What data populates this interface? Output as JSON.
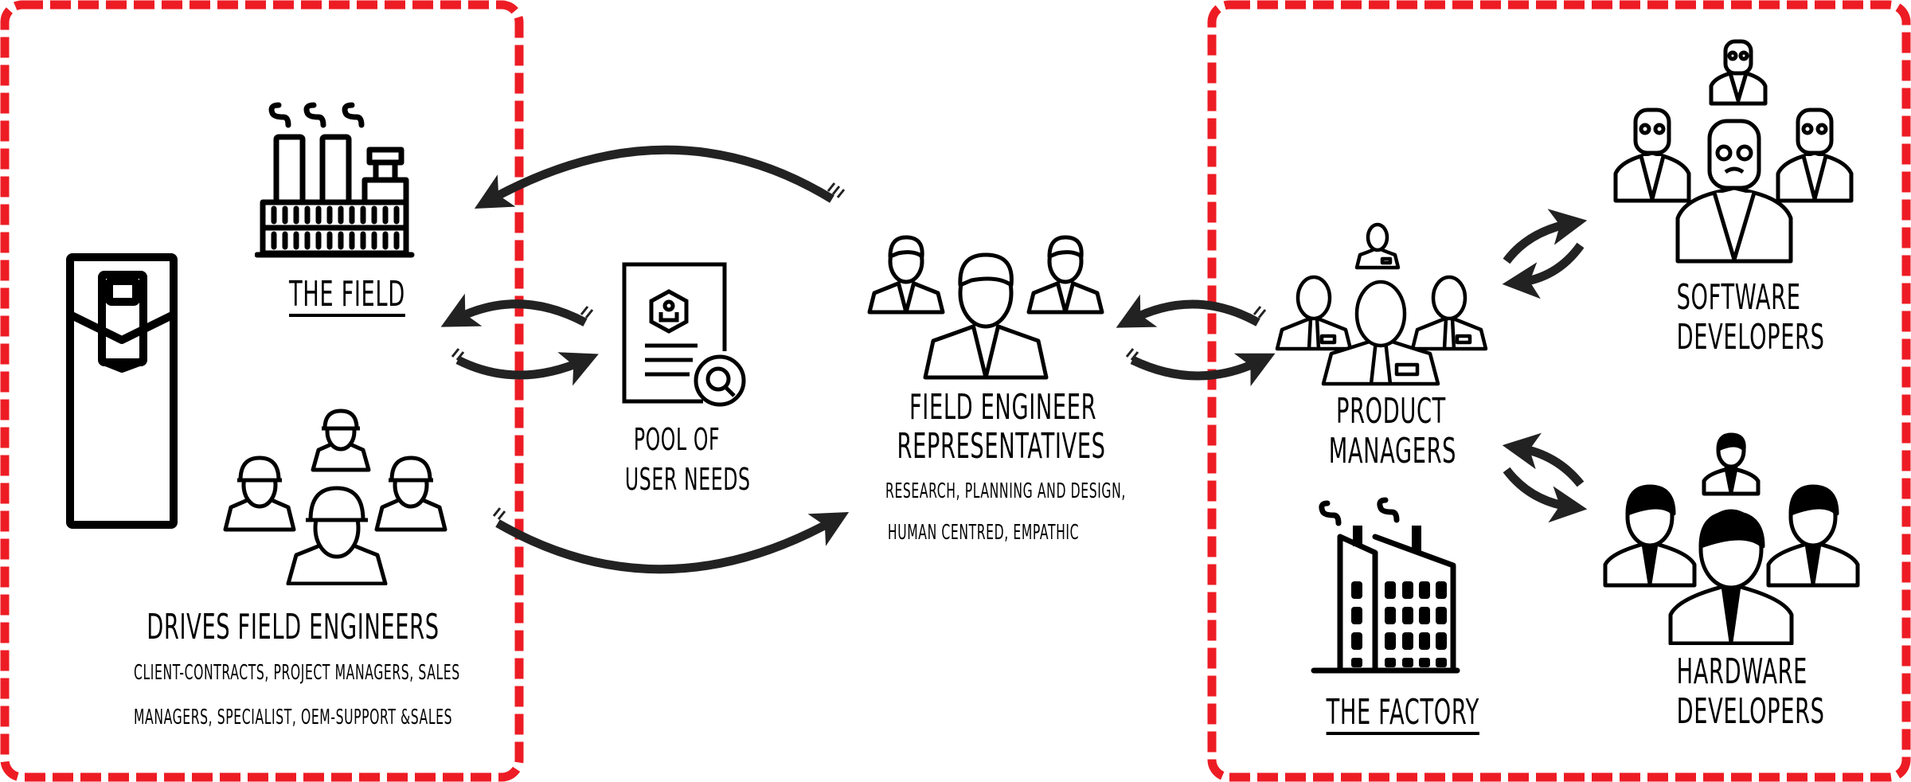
{
  "diagram": {
    "colors": {
      "boundary": "#ed1c24",
      "ink": "#000000",
      "arrow": "#222222",
      "background": "#ffffff"
    },
    "groups": [
      {
        "id": "field-side",
        "boundary": "red-dashed-rounded"
      },
      {
        "id": "factory-side",
        "boundary": "red-dashed-rounded"
      }
    ],
    "nodes": {
      "the_field": {
        "label": "THE FIELD",
        "icon": "industrial-plant-icon"
      },
      "drive": {
        "icon": "drive-cabinet-icon"
      },
      "drives_field_engineers": {
        "icon": "hard-hat-workers-icon",
        "title": "DRIVES FIELD ENGINEERS",
        "subtitle_line1": "CLIENT-CONTRACTS, PROJECT MANAGERS, SALES",
        "subtitle_line2": "MANAGERS, SPECIALIST, OEM-SUPPORT &SALES"
      },
      "pool_of_user_needs": {
        "icon": "document-search-icon",
        "line1": "POOL OF",
        "line2": "USER NEEDS"
      },
      "field_engineer_reps": {
        "icon": "business-people-icon",
        "line1": "FIELD ENGINEER",
        "line2": "REPRESENTATIVES",
        "subtitle_line1": "RESEARCH, PLANNING AND DESIGN,",
        "subtitle_line2": "HUMAN CENTRED, EMPATHIC"
      },
      "product_managers": {
        "icon": "managers-badge-icon",
        "line1": "PRODUCT",
        "line2": "MANAGERS"
      },
      "the_factory": {
        "label": "THE FACTORY",
        "icon": "factory-building-icon"
      },
      "software_developers": {
        "icon": "glasses-developers-icon",
        "line1": "SOFTWARE",
        "line2": "DEVELOPERS"
      },
      "hardware_developers": {
        "icon": "engineers-team-icon",
        "line1": "HARDWARE",
        "line2": "DEVELOPERS"
      }
    },
    "edges": [
      {
        "from": "field_engineer_reps",
        "to": "the_field",
        "style": "curved-arrow"
      },
      {
        "from": "pool_of_user_needs",
        "to": "the_field",
        "style": "curved-arrow"
      },
      {
        "from": "the_field",
        "to": "pool_of_user_needs",
        "style": "curved-arrow"
      },
      {
        "from": "drives_field_engineers",
        "to": "field_engineer_reps",
        "style": "curved-arrow"
      },
      {
        "from": "product_managers",
        "to": "field_engineer_reps",
        "style": "curved-arrow"
      },
      {
        "from": "field_engineer_reps",
        "to": "product_managers",
        "style": "curved-arrow"
      },
      {
        "from": "product_managers",
        "to": "software_developers",
        "style": "curved-arrow-bidirectional"
      },
      {
        "from": "product_managers",
        "to": "hardware_developers",
        "style": "curved-arrow-bidirectional"
      }
    ]
  }
}
